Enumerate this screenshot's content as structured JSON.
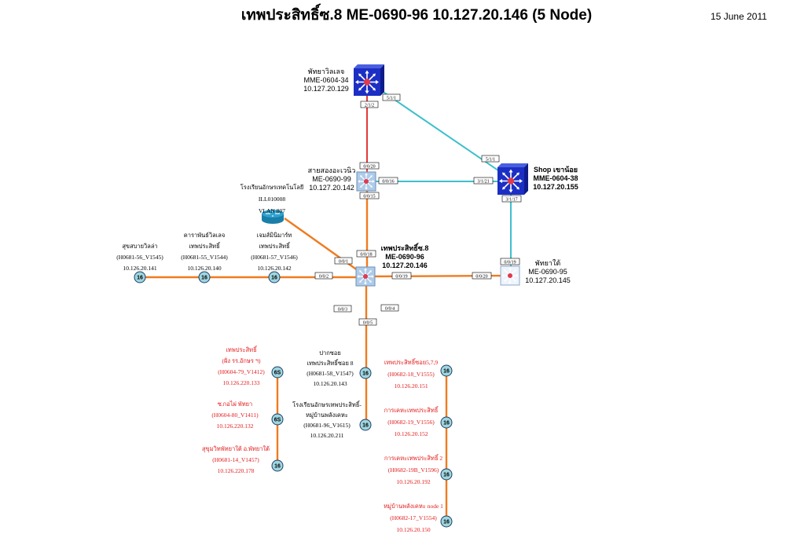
{
  "title": "เทพประสิทธิ์ซ.8  ME-0690-96  10.127.20.146 (5 Node)",
  "date": "15 June 2011",
  "colors": {
    "fiber_orange": "#f07b1f",
    "uplink_cyan": "#3cc0cc",
    "uplink_red": "#e23a3a",
    "switch_blue": "#1c2fc4",
    "node_fill": "#9fd6e0",
    "red_text": "#e31a1a"
  },
  "switches": {
    "pattaya_village": {
      "icon": "switch-icon",
      "lines": [
        "พัทยาวิลเลจ",
        "MME-0604-34",
        "10.127.20.129"
      ]
    },
    "shop_khao_noi": {
      "icon": "switch-icon",
      "lines": [
        "Shop เขาน้อย",
        "MME-0604-38",
        "10.127.20.155"
      ]
    },
    "sai_song": {
      "icon": "switch-icon",
      "lines": [
        "สายสองอะเวนิว",
        "ME-0690-99",
        "10.127.20.142"
      ]
    },
    "thepprasit8": {
      "icon": "switch-icon",
      "lines": [
        "เทพประสิทธิ์ซ.8",
        "ME-0690-96",
        "10.127.20.146"
      ]
    },
    "pattaya_tai": {
      "icon": "switch-icon",
      "lines": [
        "พัทยาใต้",
        "ME-0690-95",
        "10.127.20.145"
      ]
    }
  },
  "router": {
    "icon": "router-icon",
    "lines": [
      "โรงเรียนอักษรเทคโนโลยี",
      "ILL010008",
      "VLAN 807"
    ]
  },
  "ports": {
    "pv_2_1_2": "2/1/2",
    "pv_5_1_1": "5/1/1",
    "shop_5_1_1": "5/1/1",
    "shop_3_1_21": "3/1/21",
    "shop_3_1_17": "3/1/17",
    "ss_0_0_20": "0/0/20",
    "ss_0_0_16": "0/0/16",
    "ss_0_0_15": "0/0/15",
    "tp_0_0_18": "0/0/18",
    "tp_0_0_1": "0/0/1",
    "tp_0_0_2": "0/0/2",
    "tp_0_0_19": "0/0/19",
    "tp_0_0_3": "0/0/3",
    "tp_0_0_4": "0/0/4",
    "tp_0_0_5": "0/0/5",
    "pt_0_0_19": "0/0/19",
    "pt_0_0_20": "0/0/20"
  },
  "nodes": {
    "west_1": {
      "badge": "16",
      "lines": [
        "สุขสบายวิลล่า",
        "(H0681-56_V1545)",
        "10.126.20.141"
      ]
    },
    "west_2": {
      "badge": "16",
      "lines": [
        "คาราพันธ์วิลเลจ",
        "เทพประสิทธิ์",
        "(H0681-55_V1544)",
        "10.126.20.140"
      ]
    },
    "west_3": {
      "badge": "16",
      "lines": [
        "เจมส์มินิมาร์ท",
        "เทพประสิทธิ์",
        "(H0681-57_V1546)",
        "10.126.20.142"
      ]
    },
    "south_1": {
      "badge": "16",
      "lines": [
        "ปากซอย",
        "เทพประสิทธิ์ซอย 8",
        "(H0681-58_V1547)",
        "10.126.20.143"
      ]
    },
    "south_2": {
      "badge": "16",
      "lines": [
        "โรงเรียนอักษรเทพประสิทธิ์-",
        "หมู่บ้านพลังเคหะ",
        "(H0681-96_V1615)",
        "10.126.20.211"
      ]
    },
    "red_1": {
      "badge": "6S",
      "lines": [
        "เทพประสิทธิ์",
        "(ฝั่ง รร.อักษร ฯ)",
        "(H0604-79_V1412)",
        "10.126.220.133"
      ]
    },
    "red_2": {
      "badge": "6S",
      "lines": [
        "ซ.กอไผ่ พัทยา",
        "(H0604-80_V1411)",
        "10.126.220.132"
      ]
    },
    "red_3": {
      "badge": "16",
      "lines": [
        "สุขุมวิทพัทยาใต้ อ.พัทยาใต้",
        "(H0681-14_V1457)",
        "10.126.220.178"
      ]
    },
    "east_1": {
      "badge": "16",
      "lines": [
        "เทพประสิทธิ์ซอย5,7,9",
        "(H0682-18_V1555)",
        "10.126.20.151"
      ]
    },
    "east_2": {
      "badge": "16",
      "lines": [
        "การเคหะเทพประสิทธิ์",
        "(H0682-19_V1556)",
        "10.126.20.152"
      ]
    },
    "east_3": {
      "badge": "16",
      "lines": [
        "การเคหะเทพประสิทธิ์ 2",
        "(H0682-19B_V1596)",
        "10.126.20.192"
      ]
    },
    "east_4": {
      "badge": "16",
      "lines": [
        "หมู่บ้านพลังเคหะ node 1",
        "(H0682-17_V1554)",
        "10.126.20.150"
      ]
    }
  }
}
